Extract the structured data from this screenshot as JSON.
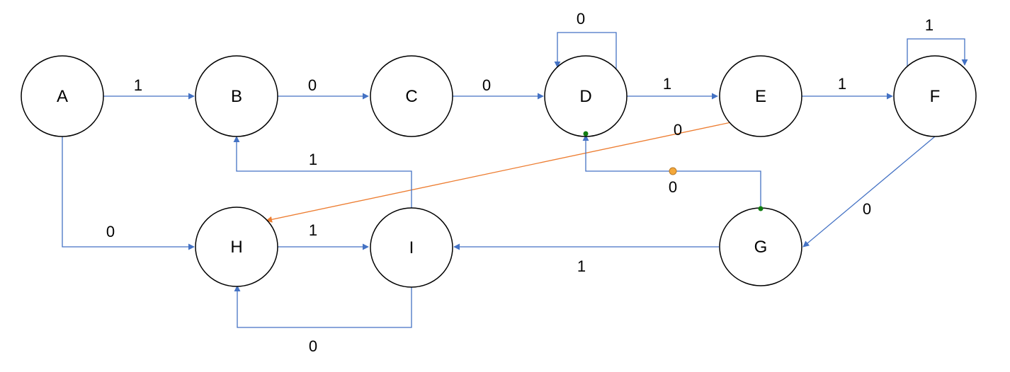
{
  "colors": {
    "edge": "#4472C4",
    "highlight_edge": "#ED7D31",
    "node_stroke": "#000000",
    "node_fill": "#FFFFFF",
    "connection_point": "#107C10",
    "selection_handle": "#F4A83A"
  },
  "states": [
    {
      "id": "A",
      "label": "A"
    },
    {
      "id": "B",
      "label": "B"
    },
    {
      "id": "C",
      "label": "C"
    },
    {
      "id": "D",
      "label": "D"
    },
    {
      "id": "E",
      "label": "E"
    },
    {
      "id": "F",
      "label": "F"
    },
    {
      "id": "G",
      "label": "G"
    },
    {
      "id": "H",
      "label": "H"
    },
    {
      "id": "I",
      "label": "I"
    }
  ],
  "transitions": [
    {
      "id": "a-b",
      "from": "A",
      "to": "B",
      "label": "1"
    },
    {
      "id": "b-c",
      "from": "B",
      "to": "C",
      "label": "0"
    },
    {
      "id": "c-d",
      "from": "C",
      "to": "D",
      "label": "0"
    },
    {
      "id": "d-d",
      "from": "D",
      "to": "D",
      "label": "0"
    },
    {
      "id": "d-e",
      "from": "D",
      "to": "E",
      "label": "1"
    },
    {
      "id": "e-f",
      "from": "E",
      "to": "F",
      "label": "1"
    },
    {
      "id": "f-f",
      "from": "F",
      "to": "F",
      "label": "1"
    },
    {
      "id": "e-h",
      "from": "E",
      "to": "H",
      "label": "0",
      "highlighted": true
    },
    {
      "id": "i-b",
      "from": "I",
      "to": "B",
      "label": "1"
    },
    {
      "id": "g-d",
      "from": "G",
      "to": "D",
      "label": "0"
    },
    {
      "id": "f-g",
      "from": "F",
      "to": "G",
      "label": "0"
    },
    {
      "id": "a-h",
      "from": "A",
      "to": "H",
      "label": "0"
    },
    {
      "id": "h-i",
      "from": "H",
      "to": "I",
      "label": "1"
    },
    {
      "id": "g-i",
      "from": "G",
      "to": "I",
      "label": "1"
    },
    {
      "id": "i-h",
      "from": "I",
      "to": "H",
      "label": "0"
    }
  ]
}
